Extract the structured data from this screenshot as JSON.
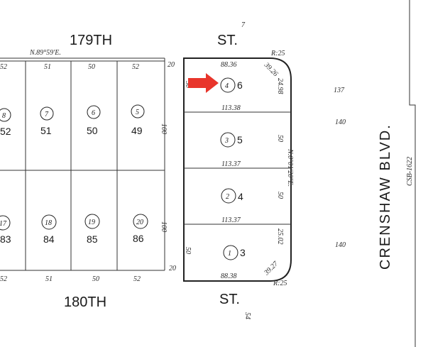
{
  "streets": {
    "top": {
      "number": "179TH",
      "suffix": "ST."
    },
    "bottom": {
      "number": "180TH",
      "suffix": "ST."
    },
    "right": "CRENSHAW BLVD."
  },
  "annotations": {
    "bearing_top": "N.89°59'E.",
    "bearing_right": "N.0°01'20\"E.",
    "ref_code": "CSB-1622",
    "curve_top": "R:25",
    "curve_bottom": "R:25",
    "curve_top_len": "39.26",
    "curve_bottom_len": "39.27",
    "bottom_mark": "54",
    "corner_mark": "7"
  },
  "top_row_widths": [
    "52",
    "51",
    "50",
    "52"
  ],
  "bottom_row_widths": [
    "52",
    "51",
    "50",
    "52"
  ],
  "left_strip": {
    "top": "20",
    "bottom": "20",
    "depth_top": "100",
    "depth_bottom": "100"
  },
  "upper_lots": [
    {
      "circle": "8",
      "lot": "52"
    },
    {
      "circle": "7",
      "lot": "51"
    },
    {
      "circle": "6",
      "lot": "50"
    },
    {
      "circle": "5",
      "lot": "49"
    }
  ],
  "lower_lots": [
    {
      "circle": "17",
      "lot": "83"
    },
    {
      "circle": "18",
      "lot": "84"
    },
    {
      "circle": "19",
      "lot": "85"
    },
    {
      "circle": "20",
      "lot": "86"
    }
  ],
  "right_block": {
    "top_width": "88.36",
    "bottom_width": "88.38",
    "left_depth": "50",
    "lots": [
      {
        "circle": "4",
        "lot": "6",
        "width": "113.38",
        "side": "24.98"
      },
      {
        "circle": "3",
        "lot": "5",
        "width": "113.37",
        "side": "50"
      },
      {
        "circle": "2",
        "lot": "4",
        "width": "113.37",
        "side": "50"
      },
      {
        "circle": "1",
        "lot": "3",
        "side": "25.02"
      }
    ]
  },
  "right_margin_values": [
    "137",
    "140",
    "140"
  ],
  "arrow": {
    "color": "#e8352b"
  },
  "colors": {
    "ink": "#222222",
    "paper": "#ffffff",
    "arrow": "#e8352b"
  }
}
